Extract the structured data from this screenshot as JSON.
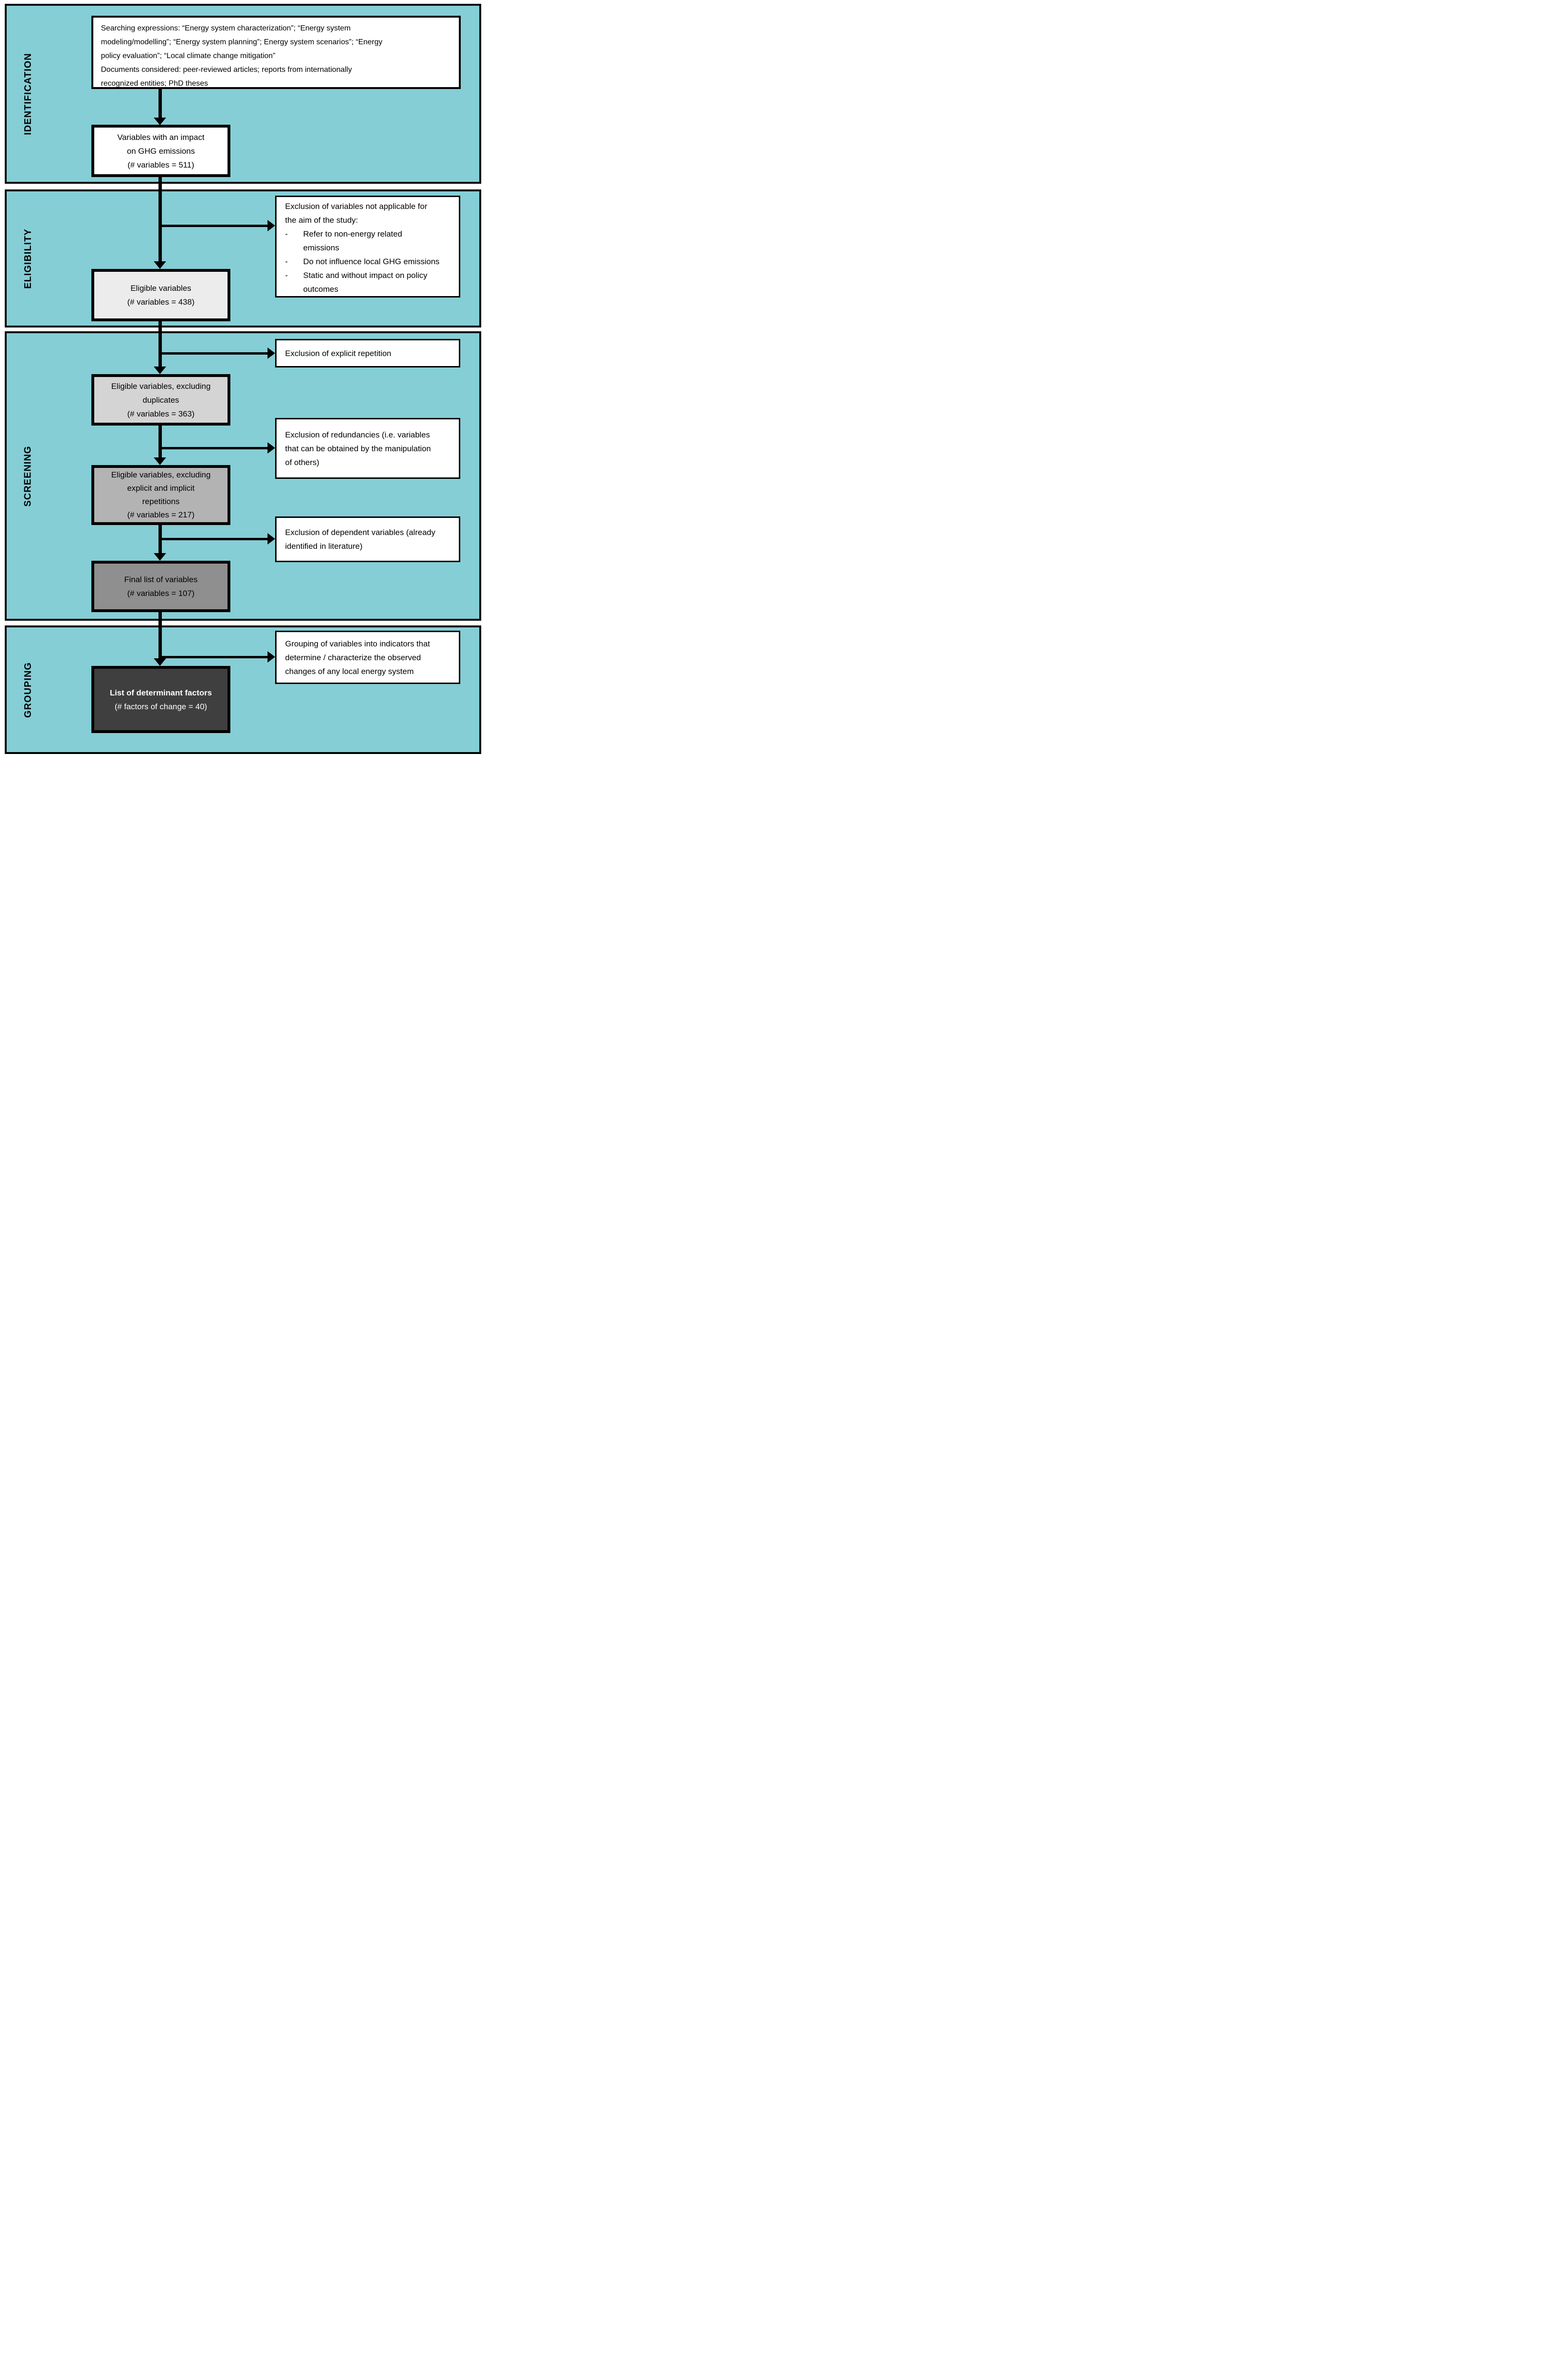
{
  "sections": {
    "identification": {
      "label": "IDENTIFICATION"
    },
    "eligibility": {
      "label": "ELIGIBILITY"
    },
    "screening": {
      "label": "SCREENING"
    },
    "grouping": {
      "label": "GROUPING"
    }
  },
  "identification": {
    "search_box": {
      "searching": "Searching expressions: “Energy system characterization”; “Energy system\nmodeling/modelling”; “Energy system planning”; Energy system scenarios”; “Energy\npolicy evaluation”; “Local climate change mitigation”",
      "documents": "Documents considered: peer-reviewed articles; reports from internationally\nrecognized entities; PhD theses"
    },
    "box_511": {
      "lines": [
        "Variables with an impact",
        "on GHG emissions",
        "(# variables = 511)"
      ]
    }
  },
  "eligibility": {
    "exclusion_box": {
      "heading": "Exclusion of variables not applicable for\nthe aim of the study:",
      "bullet_char": "-",
      "items": [
        "Refer to non-energy related\nemissions",
        "Do not influence local GHG emissions",
        "Static and without impact on policy\noutcomes"
      ]
    },
    "box_438": {
      "lines": [
        "Eligible variables",
        "(# variables = 438)"
      ]
    }
  },
  "screening": {
    "exclusion_explicit": "Exclusion of explicit repetition",
    "box_363": {
      "lines": [
        "Eligible variables, excluding",
        "duplicates",
        "(# variables = 363)"
      ]
    },
    "exclusion_redundancies": "Exclusion of redundancies (i.e. variables\nthat can be obtained by the manipulation\nof others)",
    "box_217": {
      "lines": [
        "Eligible variables, excluding",
        "explicit and implicit",
        "repetitions",
        "(# variables = 217)"
      ]
    },
    "exclusion_dependent": "Exclusion of dependent variables (already\nidentified in literature)",
    "box_107": {
      "lines": [
        "Final list of variables",
        "(# variables = 107)"
      ]
    }
  },
  "grouping": {
    "grouping_note": "Grouping of variables into indicators that\ndetermine / characterize the observed\nchanges of any local energy system",
    "box_40": {
      "title": "List of determinant factors",
      "count": "(# factors of change = 40)"
    }
  },
  "colors": {
    "panel_teal": "#85ced6",
    "border_black": "#000000",
    "box_white": "#ffffff",
    "box_gray_438": "#ececec",
    "box_gray_363": "#d4d4d4",
    "box_gray_217": "#b3b3b3",
    "box_gray_107": "#8f8f8f",
    "box_dark_40": "#3f3f3f"
  }
}
